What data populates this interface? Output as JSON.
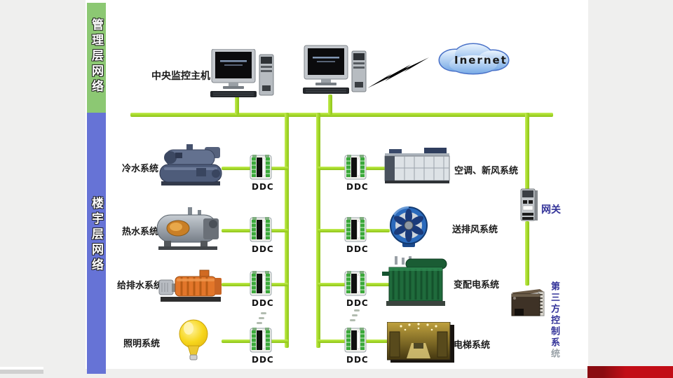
{
  "sidebar": {
    "management_label": "管理层网络",
    "building_label": "楼宇层网络"
  },
  "header": {
    "host_label": "中央监控主机",
    "cloud_label": "Inernet"
  },
  "gateway": {
    "label": "网关"
  },
  "third_party": {
    "label_main": "第三方控制系",
    "label_tail": "统"
  },
  "left_rows": [
    {
      "label": "冷水系统",
      "ddc_label": "DDC",
      "equipment": "chiller-image"
    },
    {
      "label": "热水系统",
      "ddc_label": "DDC",
      "equipment": "boiler-image"
    },
    {
      "label": "给排水系统",
      "ddc_label": "DDC",
      "equipment": "pump-image"
    },
    {
      "label": "照明系统",
      "ddc_label": "DDC",
      "equipment": "bulb-image"
    }
  ],
  "right_rows": [
    {
      "label": "空调、新风系统",
      "ddc_label": "DDC",
      "equipment": "air-handler-image"
    },
    {
      "label": "送排风系统",
      "ddc_label": "DDC",
      "equipment": "fan-image"
    },
    {
      "label": "变配电系统",
      "ddc_label": "DDC",
      "equipment": "transformer-image"
    },
    {
      "label": "电梯系统",
      "ddc_label": "DDC",
      "equipment": "elevator-image"
    }
  ],
  "colors": {
    "network_line": "#a8dc2c",
    "management_bar": "#8cc873",
    "building_bar": "#6673d6",
    "accent_label": "#333399",
    "bottom_bar_red": "#c20d16",
    "cloud_fill": "#9fc4ef"
  }
}
